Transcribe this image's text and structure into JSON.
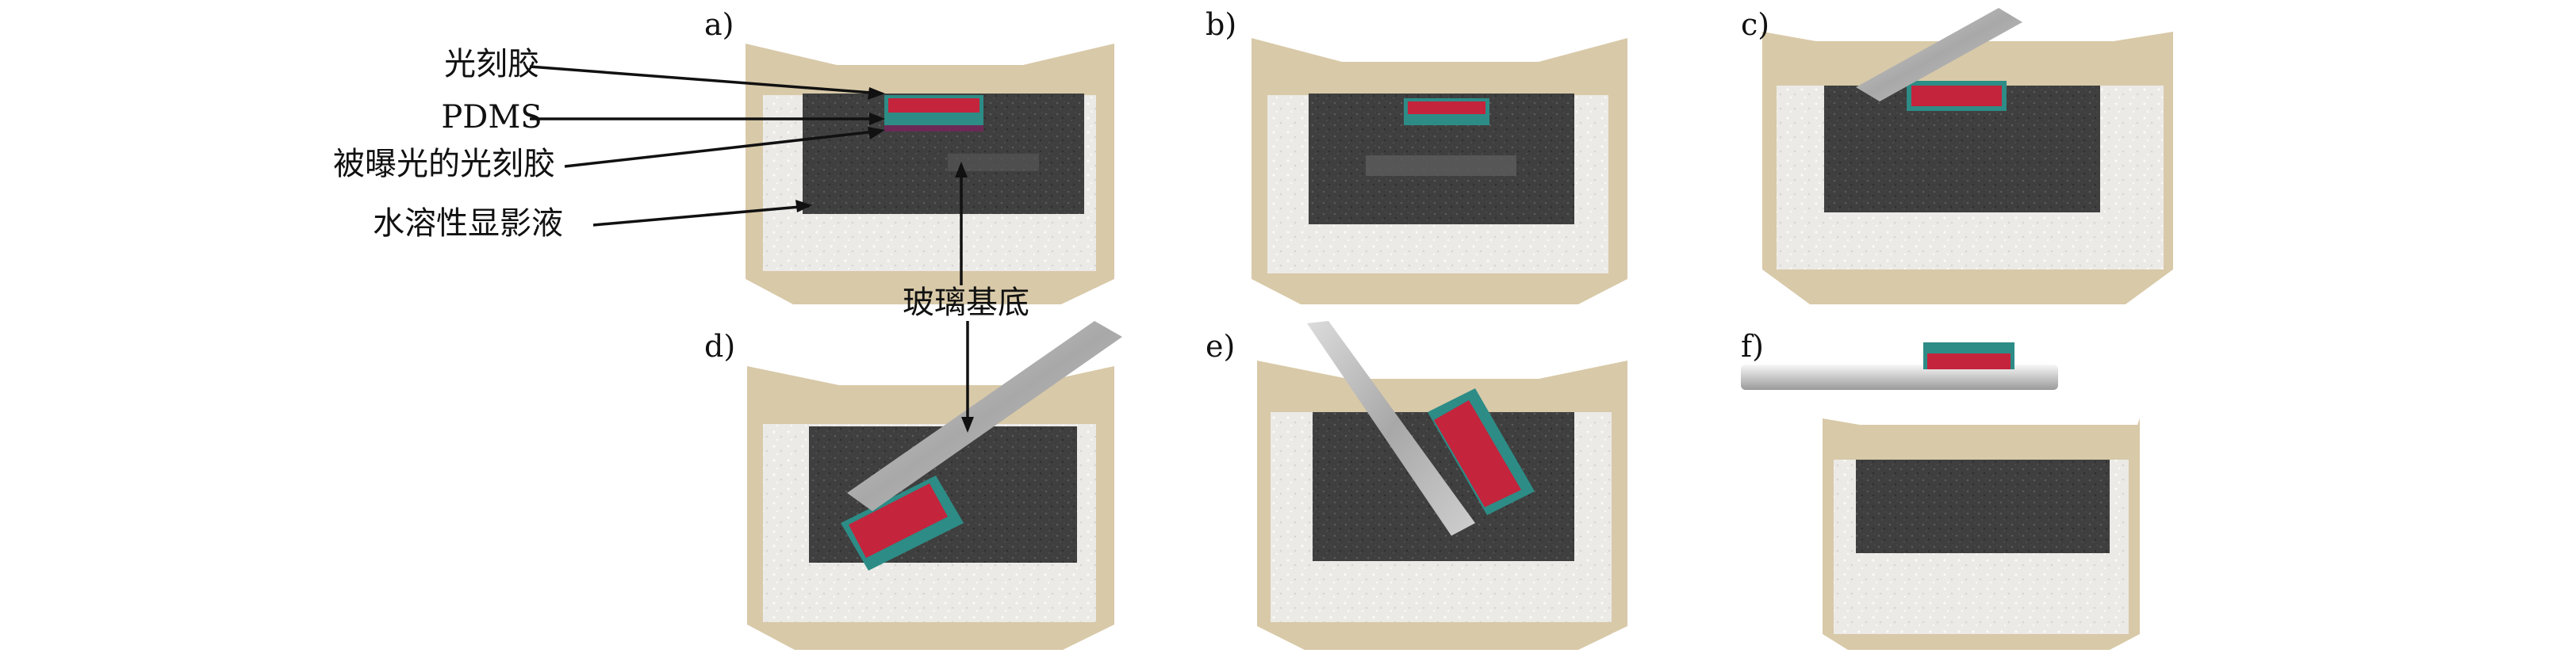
{
  "figure": {
    "panels": [
      {
        "id": "a",
        "label": "a)"
      },
      {
        "id": "b",
        "label": "b)"
      },
      {
        "id": "c",
        "label": "c)"
      },
      {
        "id": "d",
        "label": "d)"
      },
      {
        "id": "e",
        "label": "e)"
      },
      {
        "id": "f",
        "label": "f)"
      }
    ],
    "callouts": {
      "photoresist": "光刻胶",
      "pdms": "PDMS",
      "exposed_photoresist": "被曝光的光刻胶",
      "developer": "水溶性显影液",
      "glass_substrate": "玻璃基底"
    },
    "colors": {
      "tank_wall": "#d8c9a8",
      "tank_rim": "#c7b48e",
      "liquid": "#f2f2f2",
      "dark_block": "#3e3e3e",
      "pdms": "#2d8c86",
      "photoresist": "#c4243c",
      "glass_rod": "#b9b9b9",
      "text": "#111111"
    }
  }
}
